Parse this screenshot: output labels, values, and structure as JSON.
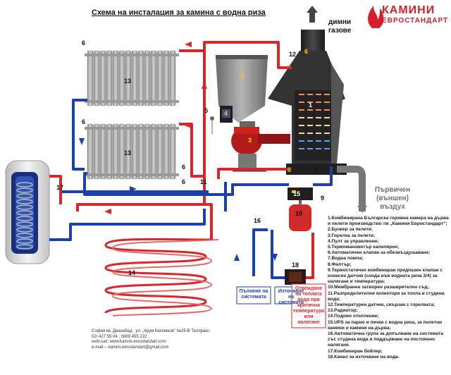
{
  "title": "Схема на инсталация за камина с водна риза",
  "brand": {
    "name": "КАМИНИ",
    "subtitle": "ЕВРОСТАНДАРТ"
  },
  "labels": {
    "smoke": "димни газове",
    "primary_air": "Първичен (външен) въздух",
    "fill_system": "Пълнене на системата",
    "drain_system": "Източване на системата",
    "hot_water_drain": "Отвеждане на топлата вода при критична температура или налягане"
  },
  "numbers": {
    "n1": "1",
    "n2": "2",
    "n3": "3",
    "n4": "4",
    "n5": "5",
    "n6a": "6",
    "n6b": "6",
    "n6c": "6",
    "n6d": "6",
    "n6e": "6",
    "n7": "7",
    "n8": "8",
    "n9": "9",
    "n10": "10",
    "n11": "11",
    "n12": "12",
    "n13a": "13",
    "n13b": "13",
    "n14": "14",
    "n15": "15",
    "n16": "16",
    "n17": "17",
    "n18": "18"
  },
  "legend": [
    "1.Комбинирана Българска горивна камера на дърва и пелети производство тм „Камини Евростандарт\";",
    "2.Бункер за пелети;",
    "3.Горелка за пелети;",
    "4.Пулт за управление;",
    "5.Термоманометър капилярен;",
    "6.Автоматичен клапан за обезвъздушаване;",
    "7.Водна помпа;",
    "8.Филтър;",
    "9.Термостатичен комбиниран предпазен клапан с изнесен датчик (сонда във водната риза 3/4) за налягане и температура;",
    "10.Мембранен затворен разширителен съд;",
    "11.Разпределителни колектори за топла и студена вода;",
    "12.Температурен датчик, свързан с горелката;",
    "13.Радиатор;",
    "14.Подово отопление;",
    "15.UPS за парно и печки с водна риза, за пелетни камини и камини на дърва;",
    "16.Автоматична група за допълване на системата със студена вода и поддържане на постоянно налягане.",
    "17.Комбиниран бойлер;",
    "18.Канал за източване на вода."
  ],
  "contact": {
    "line1": "София кв. Дианабад , ул. „Крум Кюлявков\" №25-В Тел/факс:",
    "line2": "02/ 427 55 04 ; 0889 455 222 ;",
    "line3": "web-sait: www.kamini-evrostandart.com",
    "line4": "e-mail -- kamini.evrostandart@gmail.com"
  },
  "colors": {
    "hot": "#d8262b",
    "cold": "#1c3fae",
    "brand": "#d81e2a",
    "radiator": "#a9a9a9",
    "fireplace": "#3a3a3a"
  }
}
